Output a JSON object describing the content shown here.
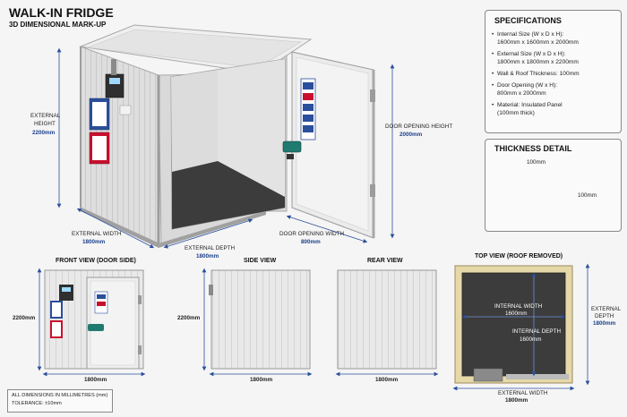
{
  "header": {
    "title": "WALK-IN FRIDGE",
    "subtitle": "3D DIMENSIONAL MARK-UP"
  },
  "dims3d": {
    "ext_height_l1": "EXTERNAL",
    "ext_height_l2": "HEIGHT",
    "ext_height_v": "2200mm",
    "ext_width_l": "EXTERNAL WIDTH",
    "ext_width_v": "1800mm",
    "ext_depth_l": "EXTERNAL DEPTH",
    "ext_depth_v": "1800mm",
    "door_w_l": "DOOR OPENING WIDTH",
    "door_w_v": "800mm",
    "door_h_l": "DOOR OPENING HEIGHT",
    "door_h_v": "2000mm"
  },
  "specs": {
    "title": "SPECIFICATIONS",
    "items": [
      {
        "l1": "Internal Size (W x D x H):",
        "l2": "1600mm x 1600mm x 2000mm"
      },
      {
        "l1": "External Size (W x D x H):",
        "l2": "1800mm x 1800mm x 2200mm"
      },
      {
        "l1": "Wall & Roof Thickness: 100mm",
        "l2": ""
      },
      {
        "l1": "Door Opening (W x H):",
        "l2": "800mm x 2000mm"
      },
      {
        "l1": "Material: Insulated Panel",
        "l2": "(100mm thick)"
      }
    ]
  },
  "thickness": {
    "title": "THICKNESS DETAIL",
    "top": "100mm",
    "side": "100mm"
  },
  "views": {
    "front": {
      "title": "FRONT VIEW (DOOR SIDE)",
      "height": "2200mm",
      "width": "1800mm"
    },
    "side": {
      "title": "SIDE VIEW",
      "height": "2200mm",
      "width": "1800mm"
    },
    "rear": {
      "title": "REAR VIEW",
      "width": "1800mm"
    },
    "top": {
      "title": "TOP VIEW (ROOF REMOVED)",
      "int_w_l": "INTERNAL WIDTH",
      "int_w_v": "1600mm",
      "int_d_l": "INTERNAL DEPTH",
      "int_d_v": "1600mm",
      "ext_d_l1": "EXTERNAL",
      "ext_d_l2": "DEPTH",
      "ext_d_v": "1800mm",
      "ext_w_l": "EXTERNAL WIDTH",
      "ext_w_v": "1800mm"
    }
  },
  "notes": {
    "l1": "ALL DIMENSIONS IN MILLIMETRES (mm)",
    "l2": "TOLERANCE: ±10mm"
  },
  "colors": {
    "dim_line": "#2a4f9c",
    "panel": "#e7e7e7",
    "frame": "#c8c8c8",
    "floor": "#3c3c3c",
    "insulation": "#e6d8a8"
  }
}
